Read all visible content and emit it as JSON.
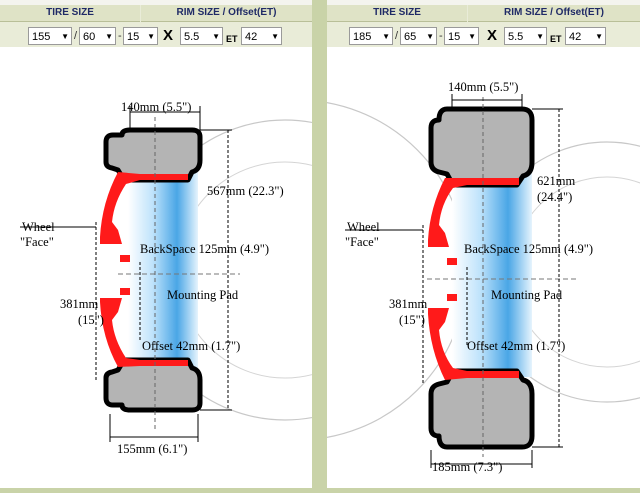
{
  "panels": [
    {
      "header": {
        "tire_size": "TIRE SIZE",
        "rim_size": "RIM SIZE / Offset(ET)"
      },
      "controls": {
        "width": "155",
        "aspect": "60",
        "rim_diameter": "15",
        "rim_width": "5.5",
        "et_label": "ET",
        "offset": "42",
        "slash": "/",
        "dash": "-",
        "x": "X"
      },
      "labels": {
        "top_width": "140mm (5.5\")",
        "diameter": "567mm (22.3\")",
        "wheel_face_1": "Wheel",
        "wheel_face_2": "\"Face\"",
        "backspace": "BackSpace 125mm (4.9\")",
        "mounting_pad": "Mounting Pad",
        "rim_mm": "381mm",
        "rim_in": "(15\")",
        "offset": "Offset 42mm (1.7\")",
        "bottom_width": "155mm (6.1\")"
      }
    },
    {
      "header": {
        "tire_size": "TIRE SIZE",
        "rim_size": "RIM SIZE / Offset(ET)"
      },
      "controls": {
        "width": "185",
        "aspect": "65",
        "rim_diameter": "15",
        "rim_width": "5.5",
        "et_label": "ET",
        "offset": "42",
        "slash": "/",
        "dash": "-",
        "x": "X"
      },
      "labels": {
        "top_width": "140mm (5.5\")",
        "diameter_mm": "621mm",
        "diameter_in": "(24.4\")",
        "wheel_face_1": "Wheel",
        "wheel_face_2": "\"Face\"",
        "backspace": "BackSpace 125mm (4.9\")",
        "mounting_pad": "Mounting Pad",
        "rim_mm": "381mm",
        "rim_in": "(15\")",
        "offset": "Offset 42mm (1.7\")",
        "bottom_width": "185mm (7.3\")"
      }
    }
  ],
  "colors": {
    "background": "#c9d3a8",
    "tire_gray": "#b4b4b4",
    "rim_red": "#ff1a1a",
    "blue_light": "#d6eefc",
    "blue_mid": "#5aaee8",
    "header_text": "#1f2a66"
  }
}
